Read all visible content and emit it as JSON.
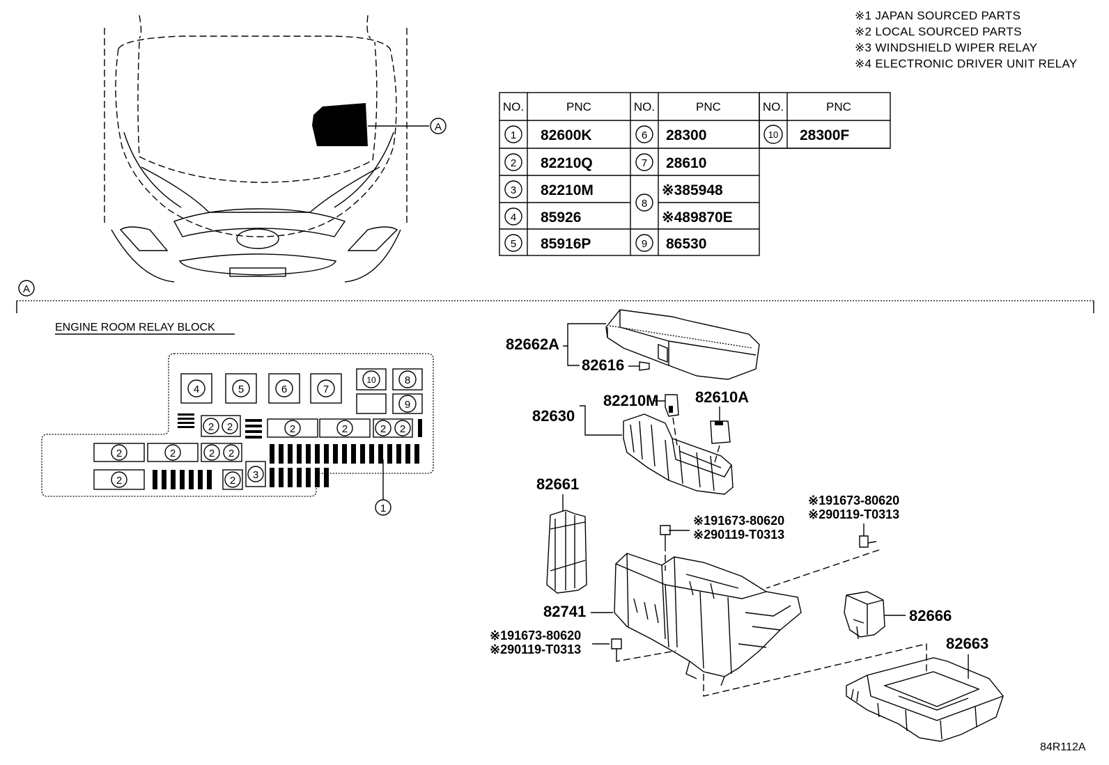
{
  "notes": [
    "※1 JAPAN SOURCED PARTS",
    "※2 LOCAL SOURCED PARTS",
    "※3 WINDSHIELD WIPER RELAY",
    "※4 ELECTRONIC DRIVER UNIT RELAY"
  ],
  "callout_view": "A",
  "table": {
    "no_header": "NO.",
    "pnc_header": "PNC",
    "rows": [
      {
        "no": "1",
        "pnc": "82600K"
      },
      {
        "no": "2",
        "pnc": "82210Q"
      },
      {
        "no": "3",
        "pnc": "82210M"
      },
      {
        "no": "4",
        "pnc": "85926"
      },
      {
        "no": "5",
        "pnc": "85916P"
      },
      {
        "no": "6",
        "pnc": "28300"
      },
      {
        "no": "7",
        "pnc": "28610"
      },
      {
        "no": "8",
        "pnc": "※385948",
        "pnc2": "※489870E"
      },
      {
        "no": "9",
        "pnc": "86530"
      },
      {
        "no": "10",
        "pnc": "28300F"
      }
    ]
  },
  "relay_block_title": "ENGINE ROOM RELAY BLOCK",
  "parts": {
    "p82662A": "82662A",
    "p82616": "82616",
    "p82210M": "82210M",
    "p82610A": "82610A",
    "p82630": "82630",
    "p82661": "82661",
    "p82741": "82741",
    "p82666": "82666",
    "p82663": "82663",
    "bolt1a": "※191673-80620",
    "bolt1b": "※290119-T0313",
    "bolt2a": "※191673-80620",
    "bolt2b": "※290119-T0313",
    "bolt3a": "※191673-80620",
    "bolt3b": "※290119-T0313"
  },
  "diagram_code": "84R112A"
}
